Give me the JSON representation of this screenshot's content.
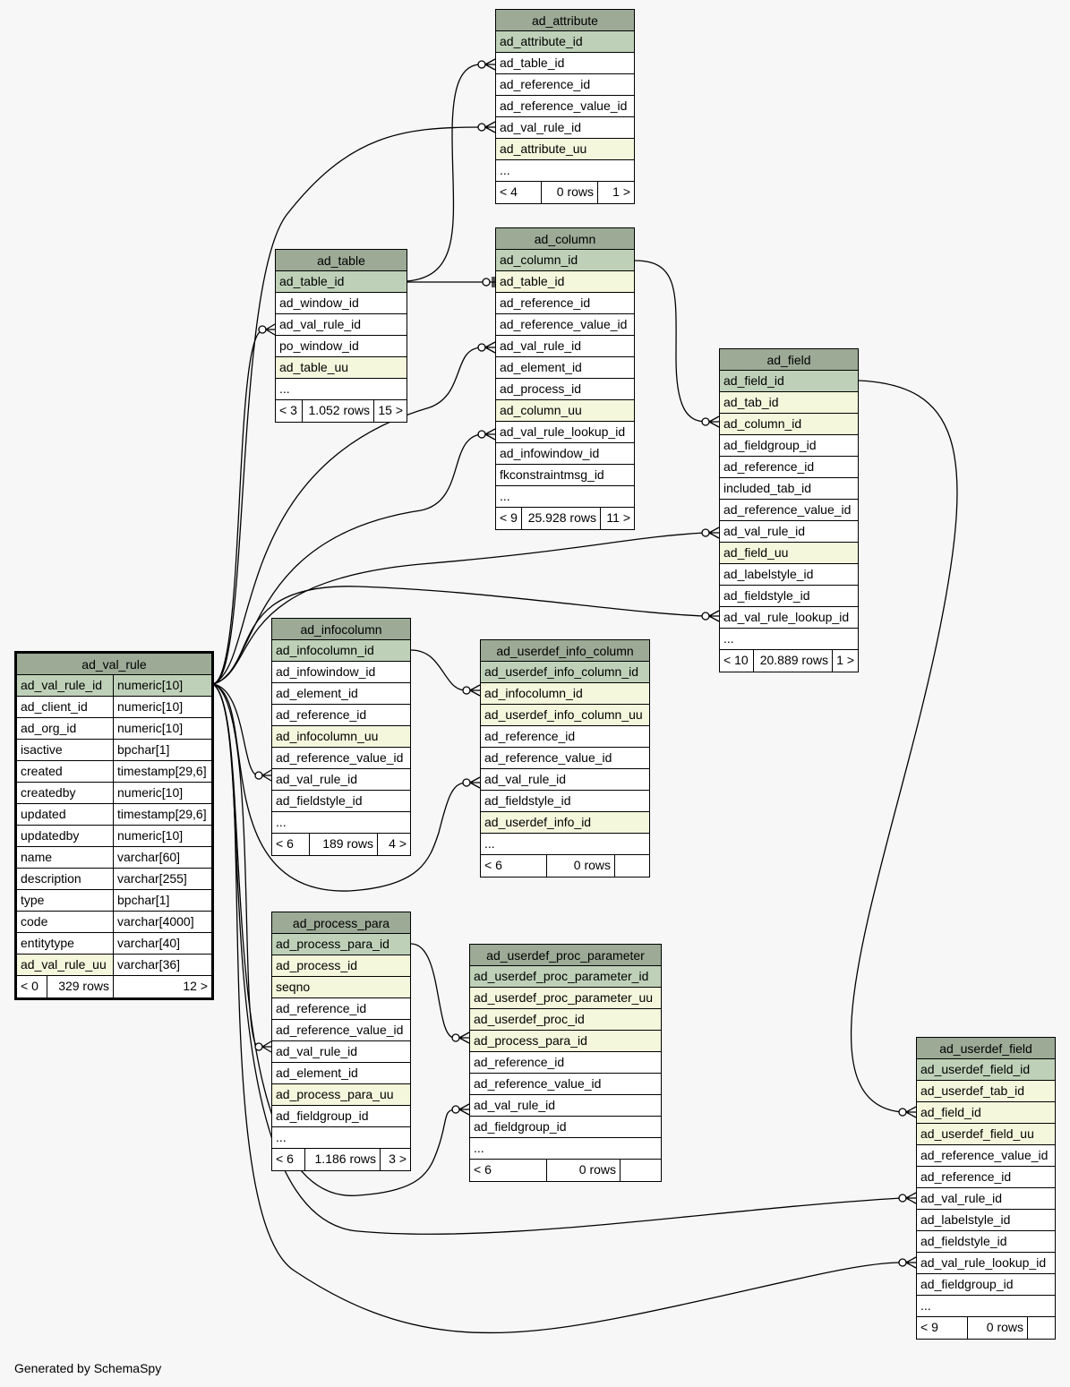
{
  "footer": "Generated by SchemaSpy",
  "colors": {
    "header": "#9caa96",
    "primary_key": "#bed1b8",
    "indexed": "#f4f7dc",
    "background": "#f7f7f7"
  },
  "tables": {
    "ad_attribute": {
      "name": "ad_attribute",
      "columns": [
        "ad_attribute_id",
        "ad_table_id",
        "ad_reference_id",
        "ad_reference_value_id",
        "ad_val_rule_id",
        "ad_attribute_uu",
        "..."
      ],
      "footer": [
        "< 4",
        "0 rows",
        "1 >"
      ]
    },
    "ad_column": {
      "name": "ad_column",
      "columns": [
        "ad_column_id",
        "ad_table_id",
        "ad_reference_id",
        "ad_reference_value_id",
        "ad_val_rule_id",
        "ad_element_id",
        "ad_process_id",
        "ad_column_uu",
        "ad_val_rule_lookup_id",
        "ad_infowindow_id",
        "fkconstraintmsg_id",
        "..."
      ],
      "footer": [
        "< 9",
        "25.928 rows",
        "11 >"
      ]
    },
    "ad_table": {
      "name": "ad_table",
      "columns": [
        "ad_table_id",
        "ad_window_id",
        "ad_val_rule_id",
        "po_window_id",
        "ad_table_uu",
        "..."
      ],
      "footer": [
        "< 3",
        "1.052 rows",
        "15 >"
      ]
    },
    "ad_field": {
      "name": "ad_field",
      "columns": [
        "ad_field_id",
        "ad_tab_id",
        "ad_column_id",
        "ad_fieldgroup_id",
        "ad_reference_id",
        "included_tab_id",
        "ad_reference_value_id",
        "ad_val_rule_id",
        "ad_field_uu",
        "ad_labelstyle_id",
        "ad_fieldstyle_id",
        "ad_val_rule_lookup_id",
        "..."
      ],
      "footer": [
        "< 10",
        "20.889 rows",
        "1 >"
      ]
    },
    "ad_val_rule": {
      "name": "ad_val_rule",
      "columns": [
        [
          "ad_val_rule_id",
          "numeric[10]"
        ],
        [
          "ad_client_id",
          "numeric[10]"
        ],
        [
          "ad_org_id",
          "numeric[10]"
        ],
        [
          "isactive",
          "bpchar[1]"
        ],
        [
          "created",
          "timestamp[29,6]"
        ],
        [
          "createdby",
          "numeric[10]"
        ],
        [
          "updated",
          "timestamp[29,6]"
        ],
        [
          "updatedby",
          "numeric[10]"
        ],
        [
          "name",
          "varchar[60]"
        ],
        [
          "description",
          "varchar[255]"
        ],
        [
          "type",
          "bpchar[1]"
        ],
        [
          "code",
          "varchar[4000]"
        ],
        [
          "entitytype",
          "varchar[40]"
        ],
        [
          "ad_val_rule_uu",
          "varchar[36]"
        ]
      ],
      "footer": [
        "< 0",
        "329 rows",
        "12 >"
      ]
    },
    "ad_infocolumn": {
      "name": "ad_infocolumn",
      "columns": [
        "ad_infocolumn_id",
        "ad_infowindow_id",
        "ad_element_id",
        "ad_reference_id",
        "ad_infocolumn_uu",
        "ad_reference_value_id",
        "ad_val_rule_id",
        "ad_fieldstyle_id",
        "..."
      ],
      "footer": [
        "< 6",
        "189 rows",
        "4 >"
      ]
    },
    "ad_userdef_info_column": {
      "name": "ad_userdef_info_column",
      "columns": [
        "ad_userdef_info_column_id",
        "ad_infocolumn_id",
        "ad_userdef_info_column_uu",
        "ad_reference_id",
        "ad_reference_value_id",
        "ad_val_rule_id",
        "ad_fieldstyle_id",
        "ad_userdef_info_id",
        "..."
      ],
      "footer": [
        "< 6",
        "0 rows",
        ""
      ]
    },
    "ad_process_para": {
      "name": "ad_process_para",
      "columns": [
        "ad_process_para_id",
        "ad_process_id",
        "seqno",
        "ad_reference_id",
        "ad_reference_value_id",
        "ad_val_rule_id",
        "ad_element_id",
        "ad_process_para_uu",
        "ad_fieldgroup_id",
        "..."
      ],
      "footer": [
        "< 6",
        "1.186 rows",
        "3 >"
      ]
    },
    "ad_userdef_proc_parameter": {
      "name": "ad_userdef_proc_parameter",
      "columns": [
        "ad_userdef_proc_parameter_id",
        "ad_userdef_proc_parameter_uu",
        "ad_userdef_proc_id",
        "ad_process_para_id",
        "ad_reference_id",
        "ad_reference_value_id",
        "ad_val_rule_id",
        "ad_fieldgroup_id",
        "..."
      ],
      "footer": [
        "< 6",
        "0 rows",
        ""
      ]
    },
    "ad_userdef_field": {
      "name": "ad_userdef_field",
      "columns": [
        "ad_userdef_field_id",
        "ad_userdef_tab_id",
        "ad_field_id",
        "ad_userdef_field_uu",
        "ad_reference_value_id",
        "ad_reference_id",
        "ad_val_rule_id",
        "ad_labelstyle_id",
        "ad_fieldstyle_id",
        "ad_val_rule_lookup_id",
        "ad_fieldgroup_id",
        "..."
      ],
      "footer": [
        "< 9",
        "0 rows",
        ""
      ]
    }
  }
}
